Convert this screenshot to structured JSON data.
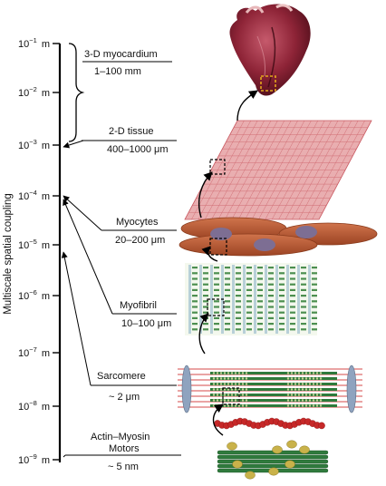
{
  "axis": {
    "title": "Multiscale spatial coupling",
    "unit": "m",
    "ticks": [
      {
        "base": "10",
        "exp": "−1",
        "value": 0.1
      },
      {
        "base": "10",
        "exp": "−2",
        "value": 0.01
      },
      {
        "base": "10",
        "exp": "−3",
        "value": 0.001
      },
      {
        "base": "10",
        "exp": "−4",
        "value": 0.0001
      },
      {
        "base": "10",
        "exp": "−5",
        "value": 1e-05
      },
      {
        "base": "10",
        "exp": "−6",
        "value": 1e-06
      },
      {
        "base": "10",
        "exp": "−7",
        "value": 1e-07
      },
      {
        "base": "10",
        "exp": "−8",
        "value": 1e-08
      },
      {
        "base": "10",
        "exp": "−9",
        "value": 1e-09
      }
    ]
  },
  "levels": [
    {
      "name": "3-D myocardium",
      "range": "1–100 mm",
      "image": "heart"
    },
    {
      "name": "2-D tissue",
      "range": "400–1000 μm",
      "image": "tissue-sheet"
    },
    {
      "name": "Myocytes",
      "range": "20–200 μm",
      "image": "myocyte-cells"
    },
    {
      "name": "Myofibril",
      "range": "10–100 μm",
      "image": "myofibril-grid"
    },
    {
      "name": "Sarcomere",
      "range": "~ 2 μm",
      "image": "sarcomere"
    },
    {
      "name": "Actin–Myosin\nMotors",
      "range": "~ 5 nm",
      "image": "actin-myosin-filaments"
    }
  ],
  "colors": {
    "heart_dark": "#5a0f1c",
    "heart_mid": "#a3334a",
    "tissue": "#e5a3a6",
    "tissue_grid": "#c95860",
    "myocyte": "#b8542c",
    "nucleus": "#7d6e93",
    "myofibril": "#2e7d32",
    "sarcomere_line": "#d44a4a",
    "z_disc": "#8fa3bf",
    "actin_bead": "#c62828",
    "myosin_head": "#c9b24a",
    "filament": "#2f7a3c",
    "highlight_box": "#e3a71c"
  }
}
